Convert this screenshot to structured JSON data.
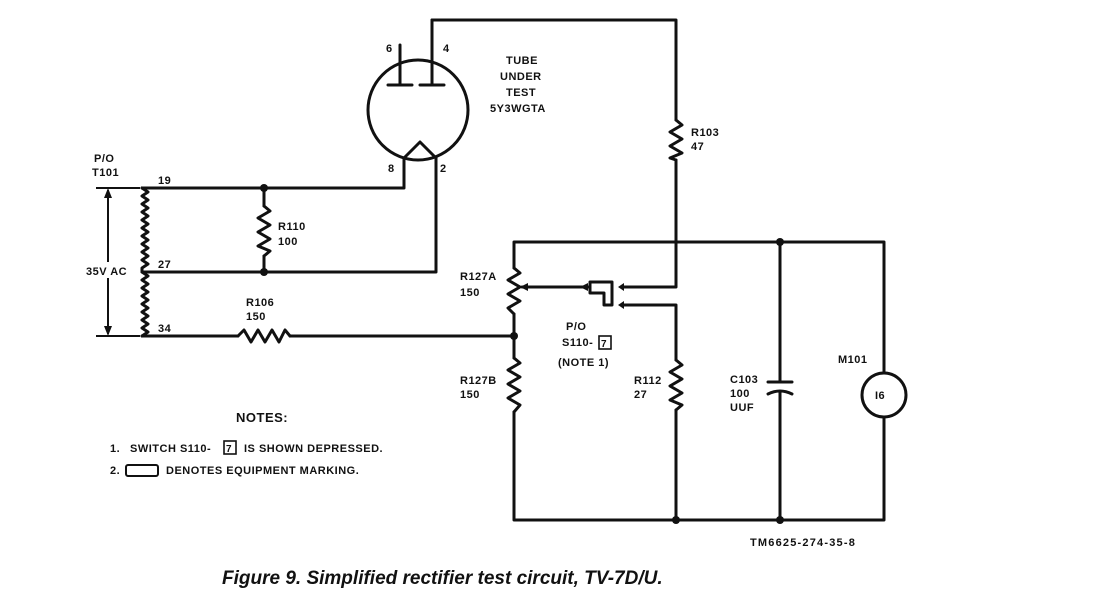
{
  "figure": {
    "caption": "Figure 9. Simplified rectifier test circuit, TV-7D/U.",
    "drawing_number": "TM6625-274-35-8"
  },
  "tube": {
    "label_lines": [
      "TUBE",
      "UNDER",
      "TEST",
      "5Y3WGTA"
    ],
    "pins": {
      "plate_left": "6",
      "plate_right": "4",
      "filament_left": "8",
      "filament_right": "2"
    }
  },
  "transformer": {
    "ref_lines": [
      "P/O",
      "T101"
    ],
    "voltage": "35V AC",
    "taps": [
      "19",
      "27",
      "34"
    ]
  },
  "resistors": {
    "r110": {
      "ref": "R110",
      "value": "100"
    },
    "r106": {
      "ref": "R106",
      "value": "150"
    },
    "r103": {
      "ref": "R103",
      "value": "47"
    },
    "r127a": {
      "ref": "R127A",
      "value": "150"
    },
    "r127b": {
      "ref": "R127B",
      "value": "150"
    },
    "r112": {
      "ref": "R112",
      "value": "27"
    }
  },
  "capacitor": {
    "ref": "C103",
    "value": "100",
    "unit": "UUF"
  },
  "meter": {
    "ref": "M101",
    "symbol": "I6"
  },
  "switch": {
    "ref_lines": [
      "P/O",
      "S110-"
    ],
    "marking": "7",
    "note": "(NOTE 1)"
  },
  "notes": {
    "title": "NOTES:",
    "items": [
      {
        "num": "1.",
        "pre": "SWITCH S110-",
        "marking": "7",
        "post": "IS SHOWN DEPRESSED."
      },
      {
        "num": "2.",
        "post": "DENOTES EQUIPMENT MARKING."
      }
    ]
  }
}
